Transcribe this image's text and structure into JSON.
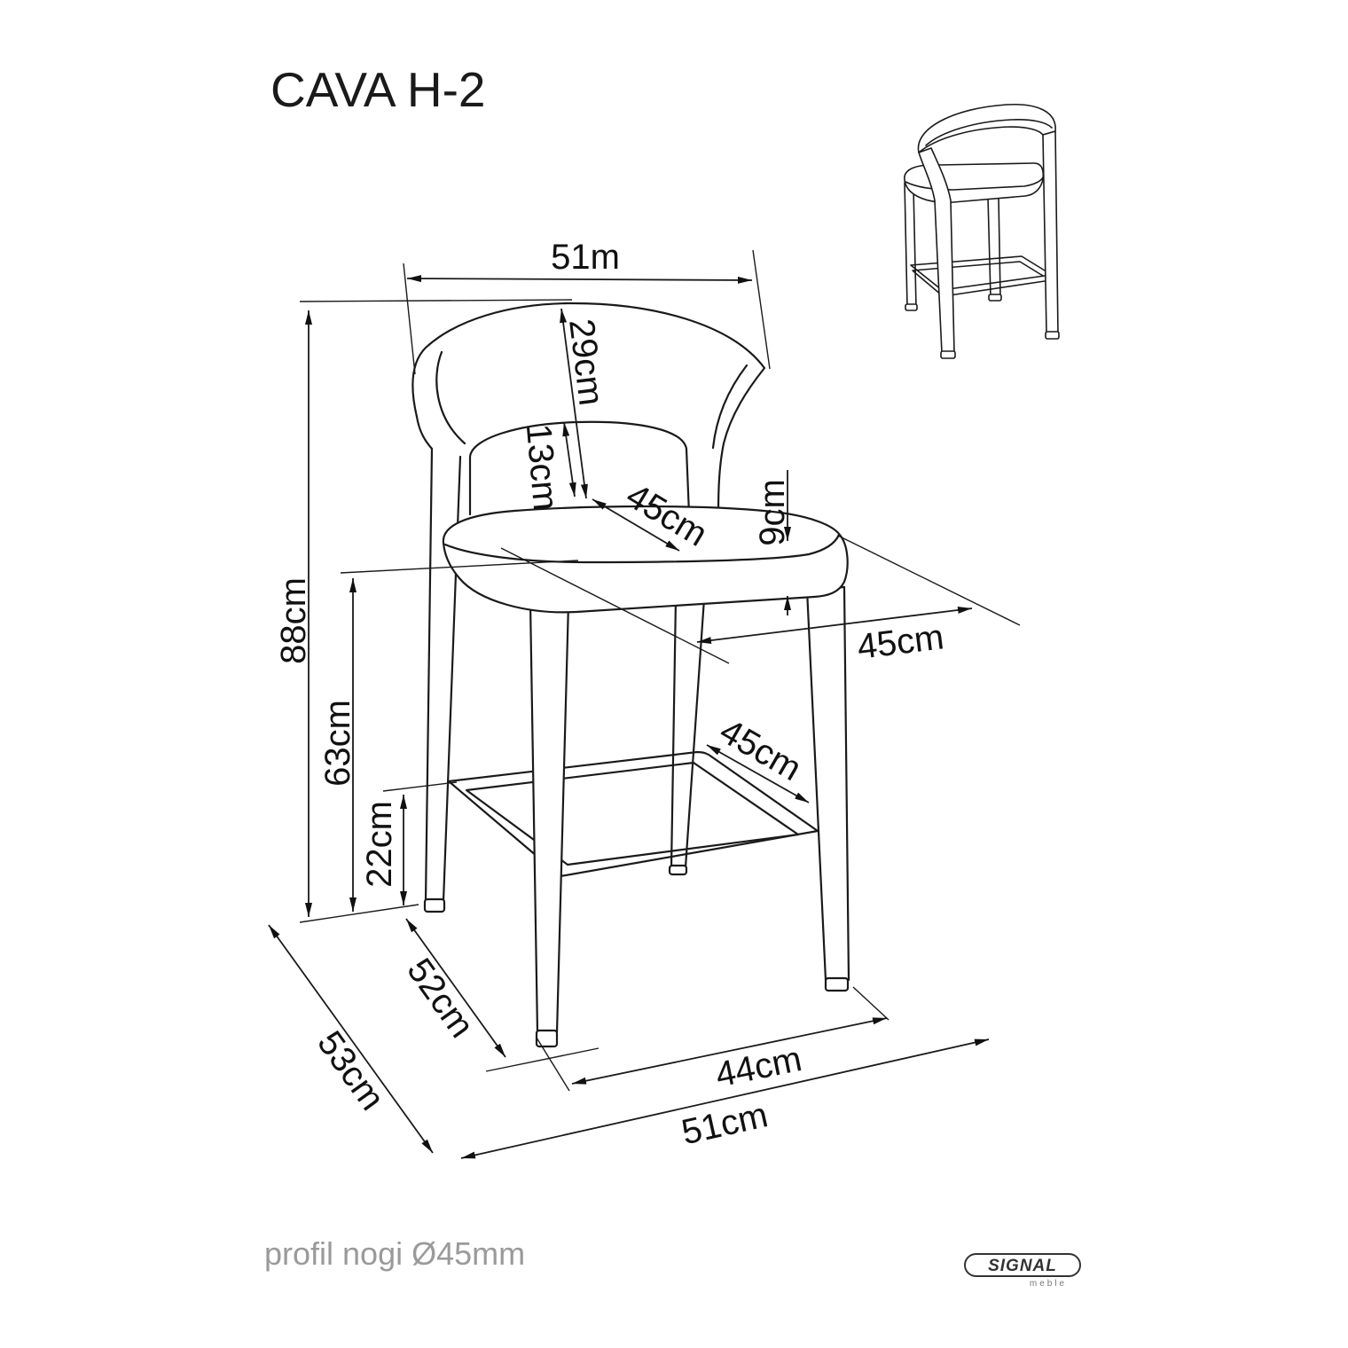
{
  "title": "CAVA H-2",
  "dimensions": {
    "backrest_width": "51m",
    "backrest_height": "29cm",
    "backrest_lower": "13cm",
    "seat_depth": "45cm",
    "seat_thickness": "9cm",
    "seat_width": "45cm",
    "total_height": "88cm",
    "seat_height": "63cm",
    "footrest_height": "22cm",
    "footrest_width": "45cm",
    "leg_depth": "52cm",
    "overall_depth": "53cm",
    "leg_width": "44cm",
    "overall_width": "51cm"
  },
  "note": "profil nogi Ø45mm",
  "logo": {
    "brand": "SIGNAL",
    "sub": "meble"
  },
  "colors": {
    "line": "#1a1a1a",
    "note": "#9a9a9a"
  }
}
